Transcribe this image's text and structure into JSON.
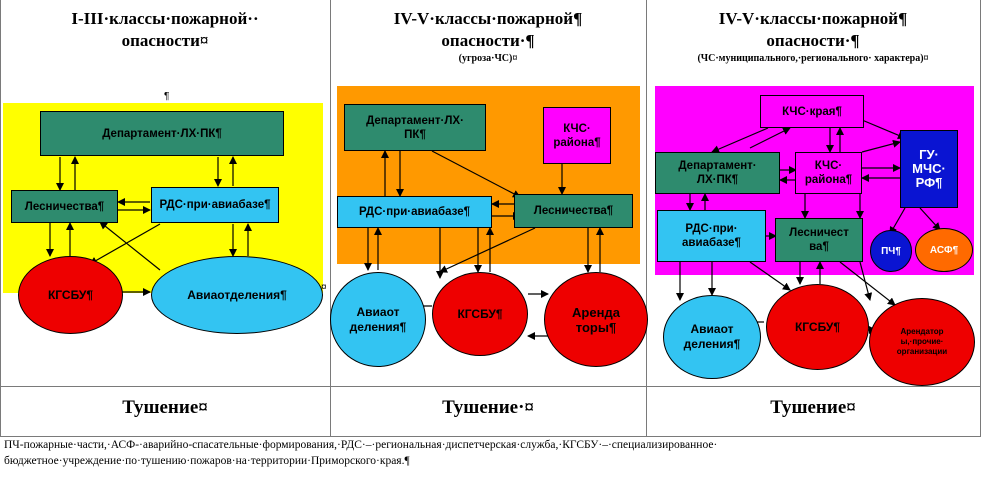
{
  "columns": [
    {
      "title_line1": "I-III·классы·пожарной··",
      "title_line2": "опасности¤",
      "subtitle": "",
      "footer": "Тушение¤"
    },
    {
      "title_line1": "IV-V·классы·пожарной¶",
      "title_line2": "опасности·¶",
      "subtitle": "(угроза·ЧС)¤",
      "footer": "Тушение·¤"
    },
    {
      "title_line1": "IV-V·классы·пожарной¶",
      "title_line2": "опасности·¶",
      "subtitle": "(ЧС·муниципального,·регионального· характера)¤",
      "footer": "Тушение¤"
    }
  ],
  "diagram1": {
    "background": "#ffff00",
    "dept": "Департамент·ЛХ·ПК¶",
    "forest": "Лесничества¶",
    "rds": "РДС·при·авиабазе¶",
    "kgsbu": "КГСБУ¶",
    "avia": "Авиаотделения¶",
    "pilcrow": "¶",
    "cell_mark": "¤"
  },
  "diagram2": {
    "background": "#ff9900",
    "dept": "Департамент·ЛХ· ПК¶",
    "kchs": "КЧС· района¶",
    "rds": "РДС·при·авиабазе¶",
    "forest": "Лесничества¶",
    "avia": "Авиаот деления¶",
    "kgsbu": "КГСБУ¶",
    "arenda": "Аренда торы¶",
    "pilcrow": "¶"
  },
  "diagram3": {
    "background": "#ff00ff",
    "kchs_krai": "КЧС·края¶",
    "dept": "Департамент· ЛХ·ПК¶",
    "kchs_raion": "КЧС· района¶",
    "gu": "ГУ· МЧС· РФ¶",
    "rds": "РДС·при· авиабазе¶",
    "forest": "Лесничест ва¶",
    "pch": "ПЧ¶",
    "asf": "АСФ¶",
    "avia": "Авиаот деления¶",
    "kgsbu": "КГСБУ¶",
    "arendator": "Арендатор ы,·прочие· организации",
    "pilcrow": "¶"
  },
  "legend_line1": "ПЧ-пожарные·части,·АСФ-·аварийно-спасательные·формирования,·РДС·–·региональная·диспетчерская·служба,·КГСБУ·–·специализированное·",
  "legend_line2": "бюджетное·учреждение·по·тушению·пожаров·на·территории·Приморского·края.¶",
  "colors": {
    "teal": "#2e8b6e",
    "cyan": "#33c4f2",
    "magenta": "#ff00ff",
    "blue": "#0a14d2",
    "red": "#ee0000",
    "orange": "#ff6a00",
    "yellow": "#ffff00",
    "orange_bg": "#ff9900"
  }
}
